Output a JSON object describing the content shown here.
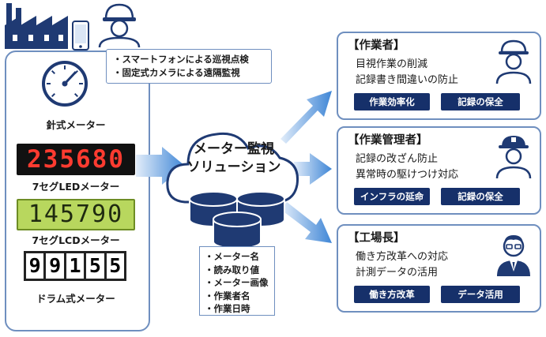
{
  "methods": [
    "・スマートフォンによる巡視点検",
    "・固定式カメラによる遠隔監視"
  ],
  "meters": [
    {
      "label": "針式メーター"
    },
    {
      "label": "7セグLEDメーター",
      "reading": "235680"
    },
    {
      "label": "7セグLCDメーター",
      "reading": "145790"
    },
    {
      "label": "ドラム式メーター",
      "digits": [
        "9",
        "9",
        "1",
        "5",
        "5"
      ]
    }
  ],
  "solution": {
    "line1": "メーター監視",
    "line2": "ソリューション"
  },
  "data_items": [
    "・メーター名",
    "・読み取り値",
    "・メーター画像",
    "・作業者名",
    "・作業日時"
  ],
  "roles": [
    {
      "title": "【作業者】",
      "lines": [
        "目視作業の削減",
        "記録書き間違いの防止"
      ],
      "buttons": [
        "作業効率化",
        "記録の保全"
      ]
    },
    {
      "title": "【作業管理者】",
      "lines": [
        "記録の改ざん防止",
        "異常時の駆けつけ対応"
      ],
      "buttons": [
        "インフラの延命",
        "記録の保全"
      ]
    },
    {
      "title": "【工場長】",
      "lines": [
        "働き方改革への対応",
        "計測データの活用"
      ],
      "buttons": [
        "働き方改革",
        "データ活用"
      ]
    }
  ],
  "colors": {
    "navy": "#16306a",
    "border": "#6f8fbf",
    "arrow": "#4a90d9",
    "led": "#ff3b30",
    "lcd": "#b8d75e"
  }
}
